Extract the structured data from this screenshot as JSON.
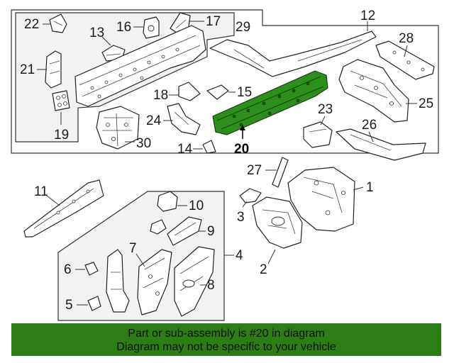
{
  "diagram": {
    "callouts": {
      "c1": "1",
      "c2": "2",
      "c3": "3",
      "c4": "4",
      "c5": "5",
      "c6": "6",
      "c7": "7",
      "c8": "8",
      "c9": "9",
      "c10": "10",
      "c11": "11",
      "c12": "12",
      "c13": "13",
      "c14": "14",
      "c15": "15",
      "c16": "16",
      "c17": "17",
      "c18": "18",
      "c19": "19",
      "c20": "20",
      "c21": "21",
      "c22": "22",
      "c23": "23",
      "c24": "24",
      "c25": "25",
      "c26": "26",
      "c27": "27",
      "c28": "28",
      "c29": "29",
      "c30": "30"
    },
    "highlight_color": "#2d8f1b",
    "highlighted_part": "20"
  },
  "banner": {
    "line1": "Part or sub-assembly is #20 in diagram",
    "line2": "Diagram may not be specific to your vehicle",
    "background": "#2d7d16"
  }
}
